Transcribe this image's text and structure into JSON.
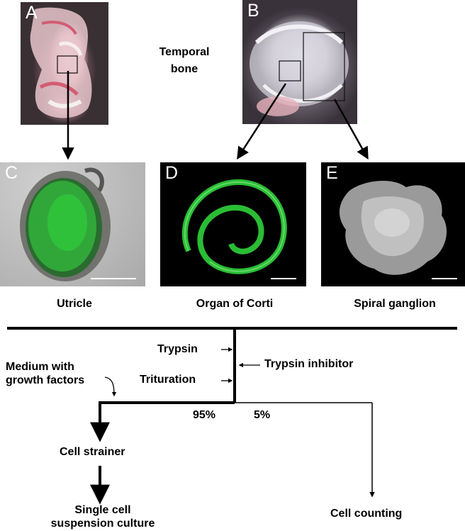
{
  "panels": {
    "a": {
      "letter": "A"
    },
    "b": {
      "letter": "B"
    },
    "c": {
      "letter": "C"
    },
    "d": {
      "letter": "D"
    },
    "e": {
      "letter": "E"
    }
  },
  "labels": {
    "temporal_bone": "Temporal\nbone",
    "utricle": "Utricle",
    "organ_of_corti": "Organ of Corti",
    "spiral_ganglion": "Spiral ganglion"
  },
  "flow": {
    "trypsin": "Trypsin",
    "trituration": "Trituration",
    "trypsin_inhibitor": "Trypsin inhibitor",
    "medium": "Medium with\ngrowth factors",
    "pct_95": "95%",
    "pct_5": "5%",
    "cell_strainer": "Cell strainer",
    "single_cell": "Single cell\nsuspension culture",
    "cell_counting": "Cell counting"
  },
  "colors": {
    "gfp_green": "#2fd23a",
    "tissue_pink": "#e9a3b3"
  }
}
